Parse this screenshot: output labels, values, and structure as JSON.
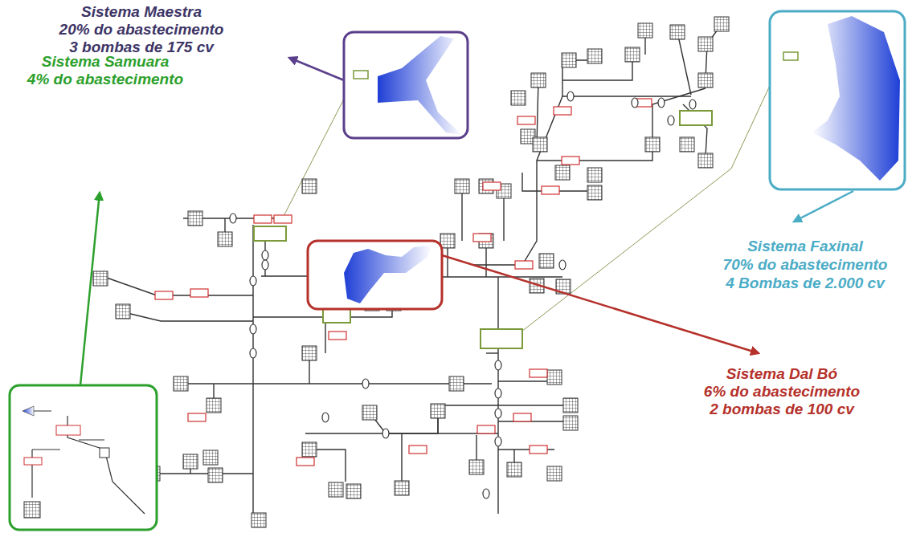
{
  "diagram": {
    "labels": [
      "Sistema Maestra",
      "20% do abastecimento",
      "3 bombas de 175 cv",
      "Sistema Samuara",
      "4% do abastecimento",
      "Sistema Faxinal",
      "70% do abastecimento",
      "4 Bombas de 2.000 cv",
      "Sistema Dal Bó",
      "6% do abastecimento",
      "2 bombas de 100 cv"
    ]
  }
}
